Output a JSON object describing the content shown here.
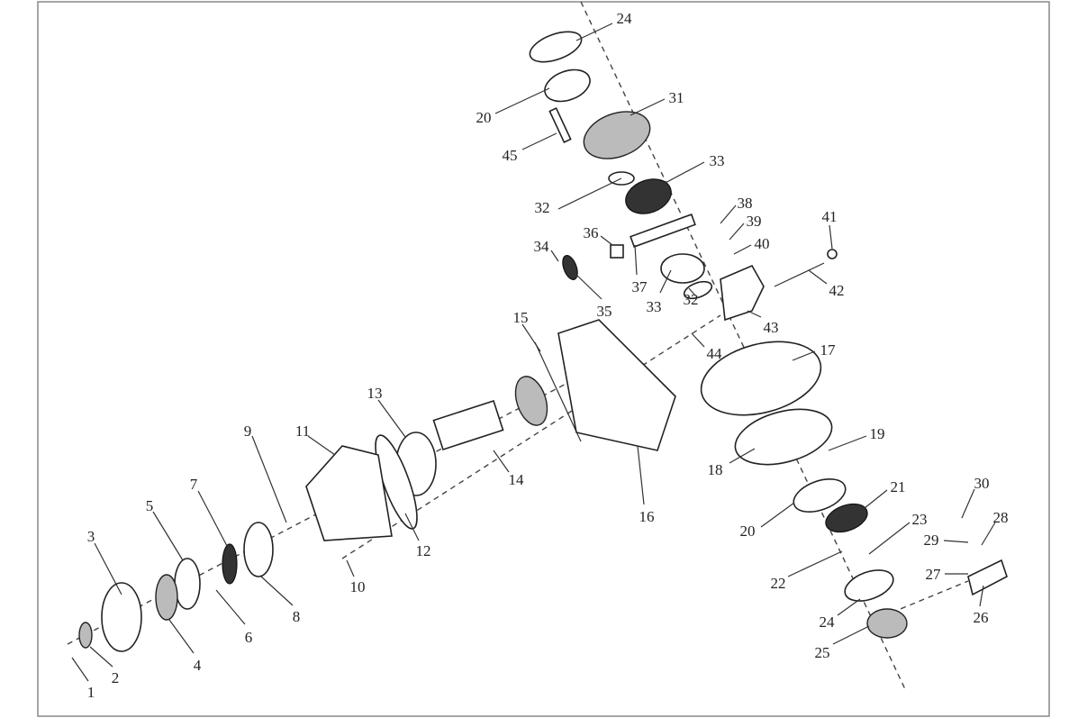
{
  "labels": [
    "24",
    "20",
    "31",
    "45",
    "33",
    "32",
    "38",
    "39",
    "40",
    "41",
    "36",
    "34",
    "37",
    "33",
    "32",
    "35",
    "42",
    "43",
    "15",
    "44",
    "17",
    "13",
    "11",
    "9",
    "19",
    "18",
    "14",
    "16",
    "21",
    "30",
    "7",
    "5",
    "3",
    "20",
    "23",
    "28",
    "29",
    "12",
    "22",
    "27",
    "8",
    "10",
    "6",
    "24",
    "26",
    "4",
    "2",
    "1",
    "25"
  ]
}
